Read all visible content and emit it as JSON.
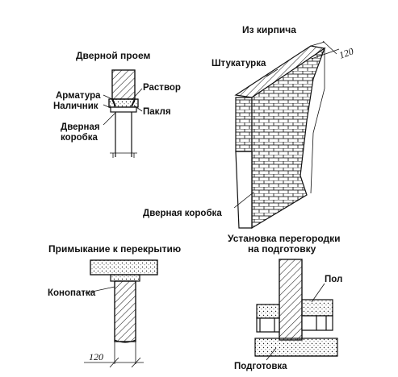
{
  "door_opening": {
    "title": "Дверной проем",
    "labels": {
      "rebar": "Арматура",
      "trim": "Наличник",
      "mortar": "Раствор",
      "tow": "Пакля",
      "door_frame_line1": "Дверная",
      "door_frame_line2": "коробка"
    }
  },
  "brick_wall": {
    "title": "Из кирпича",
    "labels": {
      "plaster": "Штукатурка",
      "door_frame": "Дверная коробка",
      "dimension": "120"
    }
  },
  "ceiling_junction": {
    "title": "Примыкание к перекрытию",
    "labels": {
      "caulk": "Конопатка",
      "dimension": "120"
    }
  },
  "partition_install": {
    "title_line1": "Установка перегородки",
    "title_line2": "на подготовку",
    "labels": {
      "floor": "Пол",
      "base": "Подготовка"
    }
  }
}
